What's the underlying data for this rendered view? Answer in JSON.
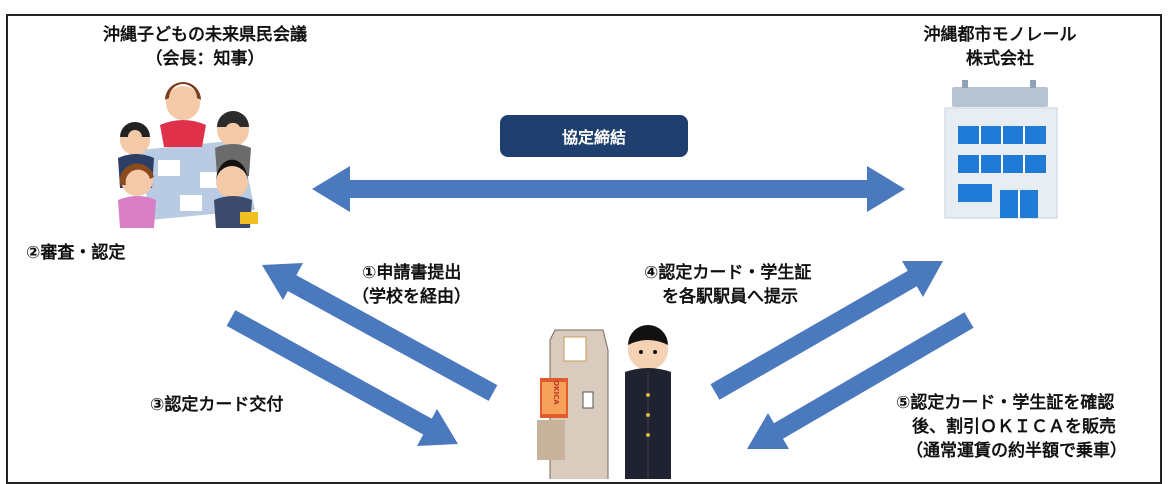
{
  "council": {
    "name": "沖縄子どもの未来県民会議",
    "sub": "（会長：知事）"
  },
  "company": {
    "line1": "沖縄都市モノレール",
    "line2": "株式会社"
  },
  "agreement": "協定締結",
  "okica_logo": "OKICA",
  "steps": {
    "s1_line1": "①申請書提出",
    "s1_line2": "（学校を経由）",
    "s2": "②審査・認定",
    "s3": "③認定カード交付",
    "s4_line1": "④認定カード・学生証",
    "s4_line2": "を各駅駅員へ提示",
    "s5_line1": "⑤認定カード・学生証を確認",
    "s5_line2": "後、割引ＯＫＩＣＡを販売",
    "s5_line3": "（通常運賃の約半額で乗車）"
  },
  "colors": {
    "arrow": "#4a79bd",
    "badge": "#1f3f6e"
  }
}
